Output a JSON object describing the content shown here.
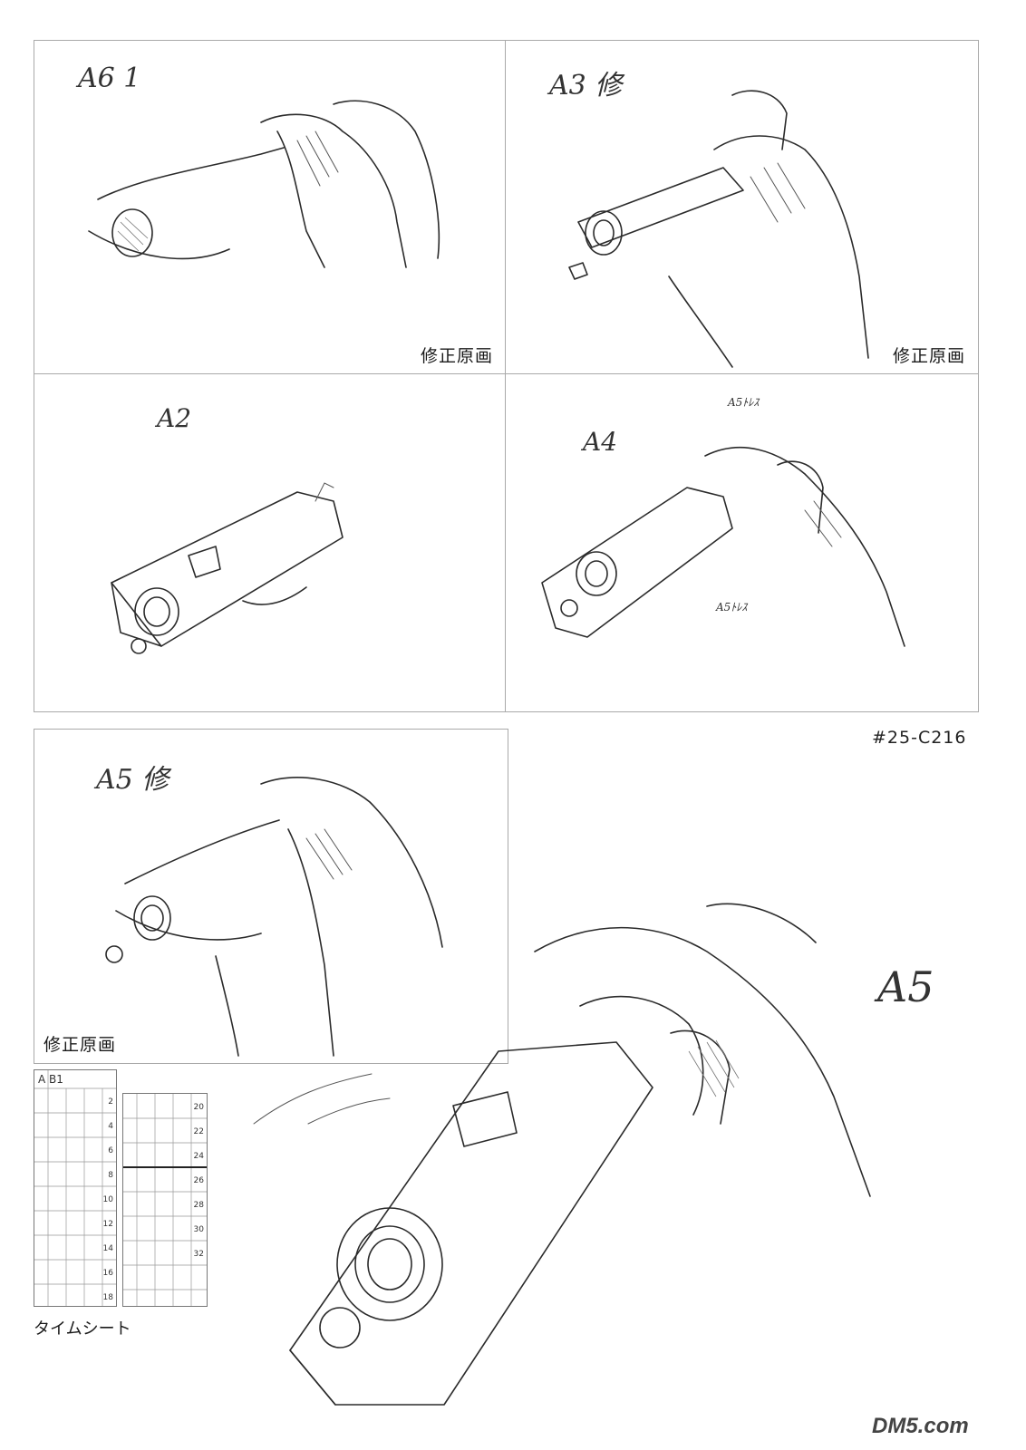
{
  "panels": [
    {
      "caption": "修正原画",
      "mark": "A6 1"
    },
    {
      "caption": "修正原画",
      "mark": "A3 修"
    },
    {
      "caption": "",
      "mark": "A2"
    },
    {
      "caption": "",
      "mark": "A4",
      "note1": "A5ﾄﾚｽ",
      "note2": "A5ﾄﾚｽ"
    },
    {
      "caption": "修正原画",
      "mark": "A5 修"
    }
  ],
  "scene_id": "#25-C216",
  "large_drawing_mark": "A5",
  "timesheet": {
    "label": "タイムシート",
    "header": "A B1",
    "left_numbers": [
      "2",
      "4",
      "6",
      "8",
      "10",
      "12",
      "14",
      "16",
      "18"
    ],
    "right_numbers": [
      "20",
      "22",
      "24",
      "26",
      "28",
      "30",
      "32"
    ]
  },
  "watermark": "DM5.com"
}
